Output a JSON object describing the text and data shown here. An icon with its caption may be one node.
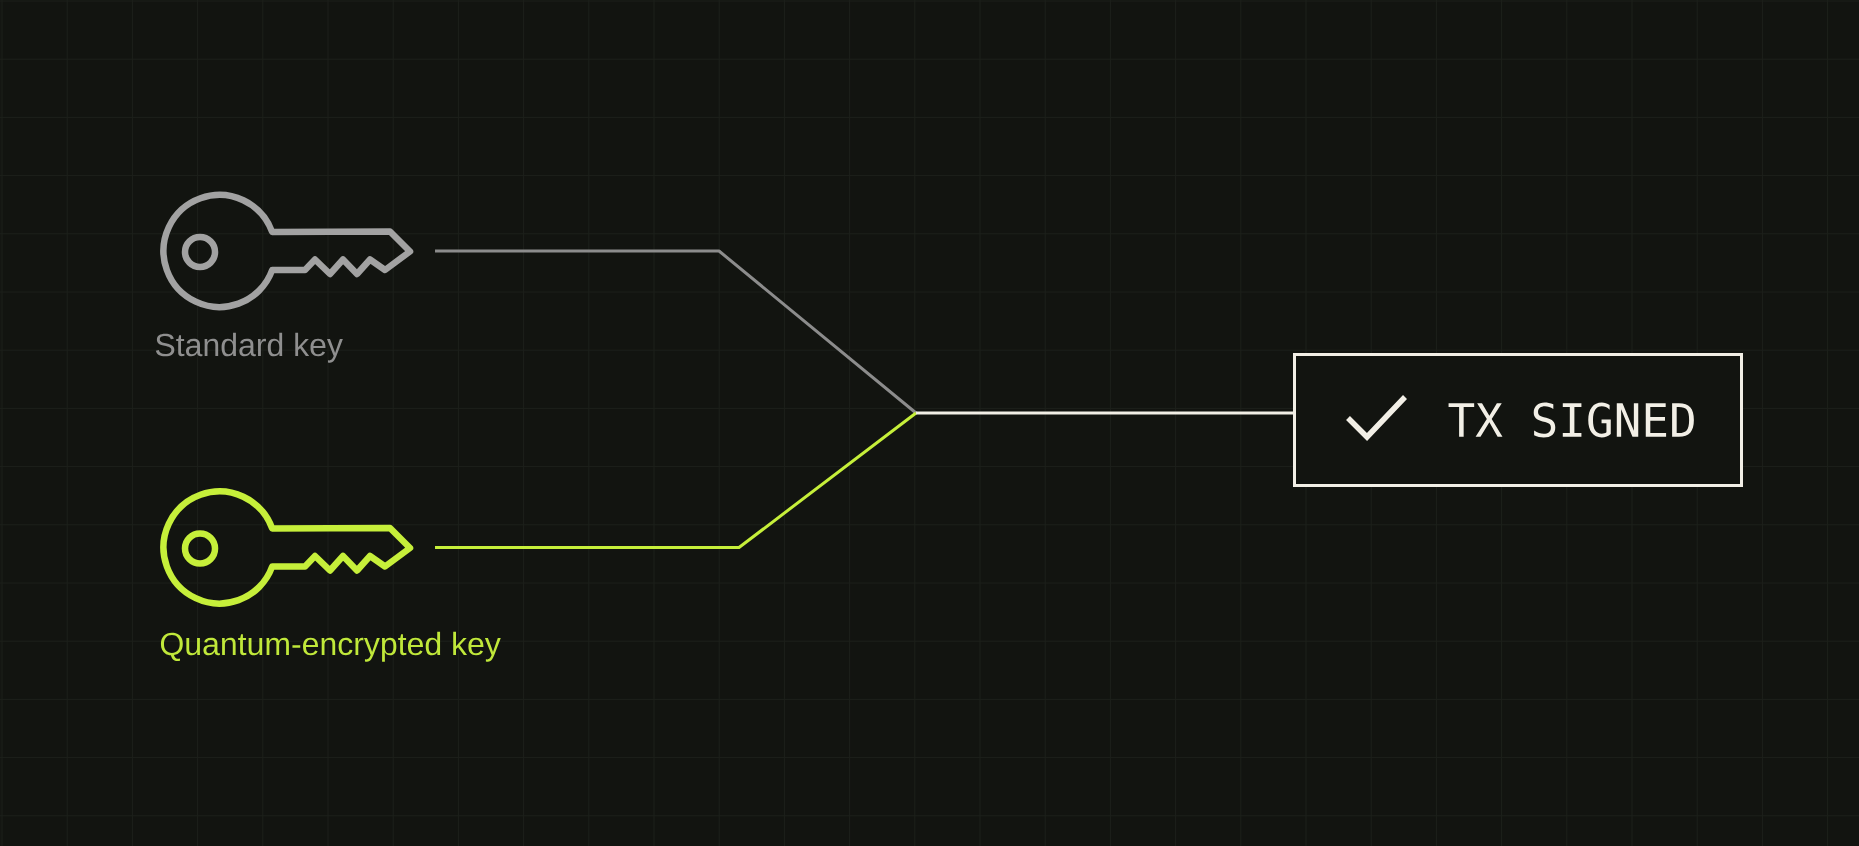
{
  "diagram": {
    "nodes": [
      {
        "text": [],
        "shape": "key",
        "beside": [
          "Standard key"
        ]
      },
      {
        "text": [],
        "shape": "key",
        "beside": [
          "Quantum-encrypted key"
        ]
      },
      {
        "text": [
          "TX SIGNED"
        ]
      }
    ],
    "edges": [
      {
        "from": 0,
        "to": 2,
        "arrow": "none",
        "color": "#8c8c8c"
      },
      {
        "from": 1,
        "to": 2,
        "arrow": "none",
        "color": "#c6ef3a"
      }
    ]
  }
}
